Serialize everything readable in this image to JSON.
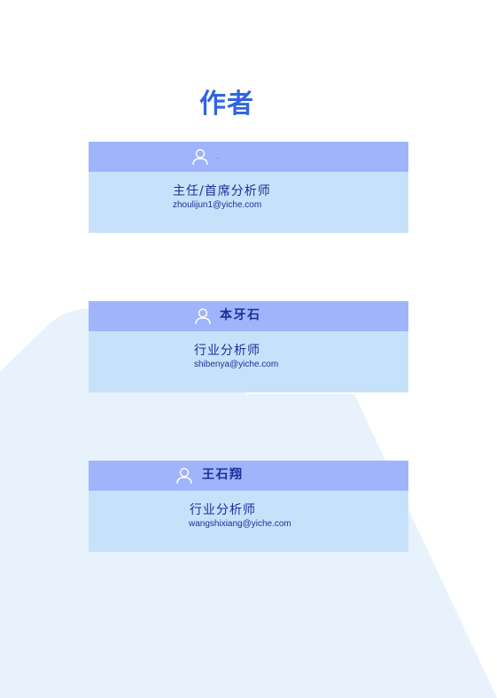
{
  "title": "作者",
  "colors": {
    "title": "#2f66e0",
    "card_header": "#9fb4fb",
    "card_body": "#c7e1fb",
    "text": "#1b2f99",
    "background_shape": "#e8f2fc"
  },
  "authors": [
    {
      "name": "-",
      "role": "主任/首席分析师",
      "email": "zhoulijun1@yiche.com",
      "icon": "user-icon"
    },
    {
      "name": "本牙石",
      "role": "行业分析师",
      "email": "shibenya@yiche.com",
      "icon": "user-icon"
    },
    {
      "name": "王石翔",
      "role": "行业分析师",
      "email": "wangshixiang@yiche.com",
      "icon": "user-icon"
    }
  ]
}
